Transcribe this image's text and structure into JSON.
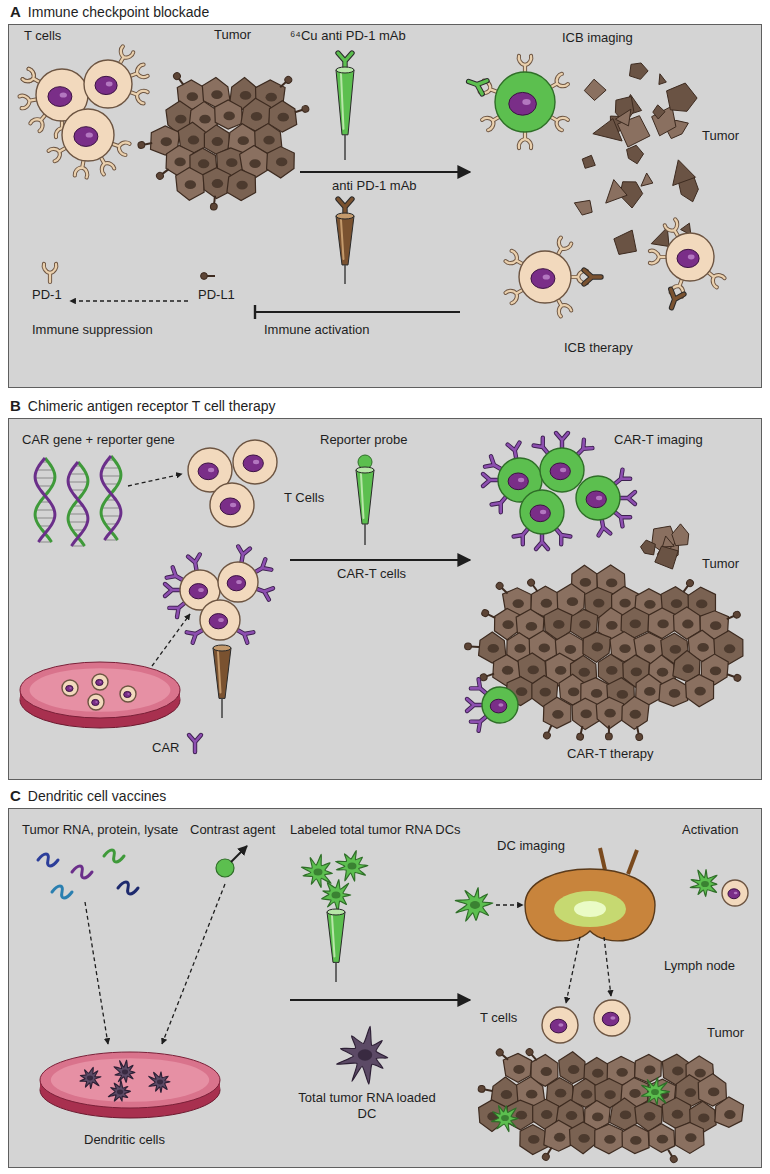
{
  "diagram": {
    "nodes": [
      {
        "text": [
          "A",
          "Immune checkpoint blockade"
        ]
      },
      {
        "text": [
          "B",
          "Chimeric antigen receptor T cell therapy"
        ]
      },
      {
        "text": [
          "C",
          "Dendritic cell vaccines"
        ]
      }
    ],
    "labels": [
      "T cells",
      "Tumor",
      "⁶⁴Cu anti PD-1 mAb",
      "ICB imaging",
      "Tumor",
      "anti PD-1 mAb",
      "PD-1",
      "PD-L1",
      "Immune suppression",
      "Immune activation",
      "ICB therapy",
      "CAR gene + reporter gene",
      "T Cells",
      "Reporter probe",
      "CAR-T imaging",
      "Tumor",
      "CAR-T cells",
      "CAR",
      "CAR-T therapy",
      "Tumor RNA, protein, lysate",
      "Contrast agent",
      "Labeled total tumor RNA DCs",
      "DC imaging",
      "Activation",
      "Lymph node",
      "T cells",
      "Tumor",
      "Dendritic cells",
      "Total tumor RNA loaded DC"
    ]
  }
}
